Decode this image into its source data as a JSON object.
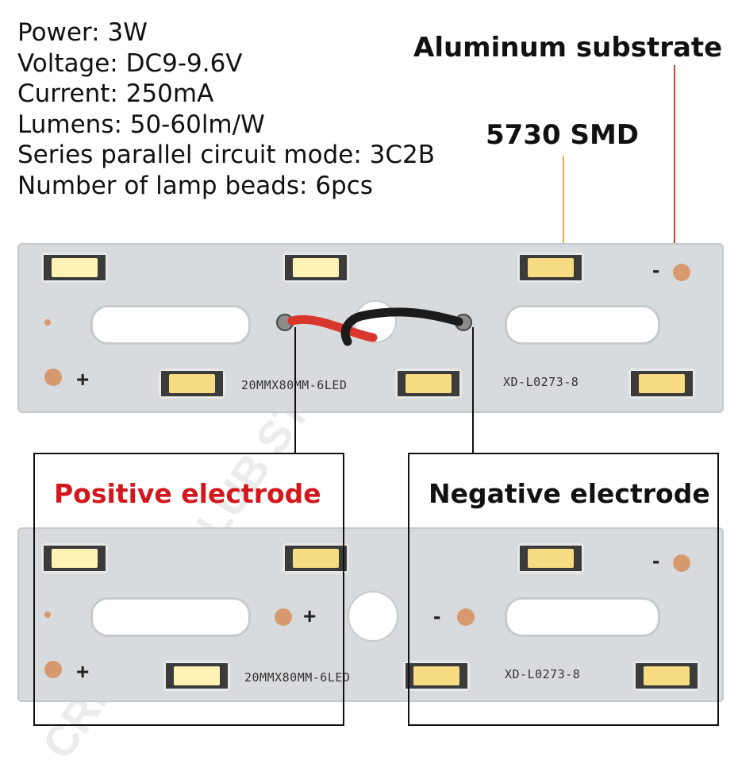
{
  "specs": [
    "Power: 3W",
    "Voltage: DC9-9.6V",
    "Current: 250mA",
    "Lumens: 50-60lm/W",
    "Series parallel circuit mode: 3C2B",
    "Number of lamp beads: 6pcs"
  ],
  "callouts": {
    "aluminum_substrate": "Aluminum substrate",
    "smd": "5730 SMD",
    "positive": "Positive electrode",
    "negative": "Negative electrode"
  },
  "board": {
    "silkscreen_size": "20MMX80MM-6LED",
    "silkscreen_model": "XD-L0273-8",
    "minus_sign": "-",
    "plus_sign": "+"
  },
  "watermark": "CREATIVE-CLUB STOP",
  "colors": {
    "positive_label": "#d3171c",
    "leader_line": "#c8423a",
    "substrate": "#d8dbdd",
    "led_lens": "#f7dc84"
  }
}
